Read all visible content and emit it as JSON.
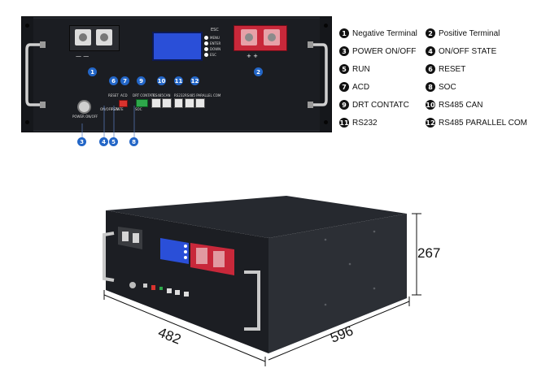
{
  "legend": [
    {
      "num": "1",
      "label": "Negative Terminal"
    },
    {
      "num": "2",
      "label": "Positive Terminal"
    },
    {
      "num": "3",
      "label": "POWER ON/OFF"
    },
    {
      "num": "4",
      "label": "ON/OFF STATE"
    },
    {
      "num": "5",
      "label": "RUN"
    },
    {
      "num": "6",
      "label": "RESET"
    },
    {
      "num": "7",
      "label": "ACD"
    },
    {
      "num": "8",
      "label": "SOC"
    },
    {
      "num": "9",
      "label": "DRT CONTATC"
    },
    {
      "num": "10",
      "label": "RS485 CAN"
    },
    {
      "num": "11",
      "label": "RS232"
    },
    {
      "num": "12",
      "label": "RS485 PARALLEL COM"
    }
  ],
  "panel": {
    "buttons": [
      "ESC",
      "MENU",
      "ENTER",
      "DOWN",
      "ESC"
    ],
    "port_labels": {
      "reset": "RESET",
      "acd": "ACD",
      "drt": "DRT CONTATC",
      "rs485": "RS485",
      "can": "CAN",
      "rs232": "RS232",
      "parallel": "RS485 PARALLEL COM"
    },
    "power_label": "POWER ON/OFF",
    "state_label": "ON/OFF STATE",
    "run_label": "RUN",
    "soc_label": "SOC",
    "neg_sign": "—    —",
    "pos_sign": "+    +"
  },
  "markers": {
    "m1": "1",
    "m2": "2",
    "m3": "3",
    "m4": "4",
    "m5": "5",
    "m6": "6",
    "m7": "7",
    "m8": "8",
    "m9": "9",
    "m10": "10",
    "m11": "11",
    "m12": "12"
  },
  "dimensions": {
    "width": "482",
    "depth": "596",
    "height": "267"
  },
  "colors": {
    "marker": "#2366c7",
    "panel": "#1b1d22",
    "positive": "#c8283a",
    "screen": "#2a4fd8"
  }
}
